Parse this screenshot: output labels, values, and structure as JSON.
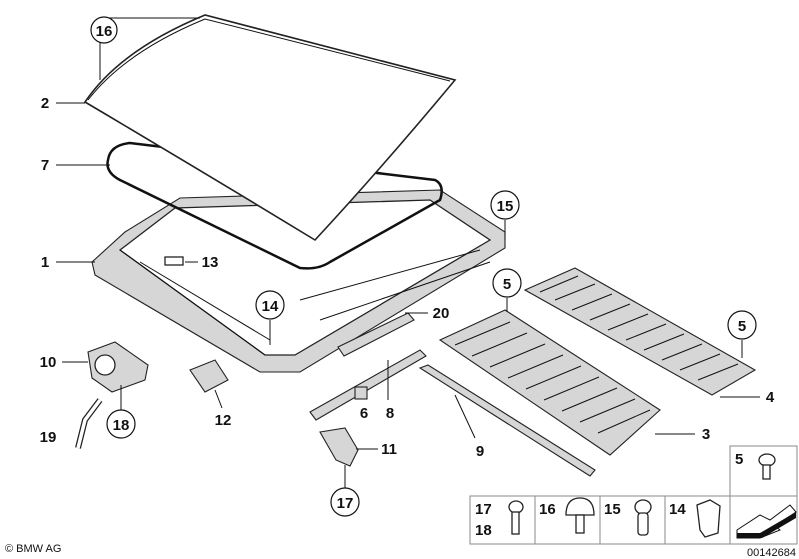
{
  "callouts": {
    "c16": "16",
    "c2": "2",
    "c7": "7",
    "c1": "1",
    "c13": "13",
    "c14": "14",
    "c15": "15",
    "c5a": "5",
    "c5b": "5",
    "c20": "20",
    "c4": "4",
    "c3": "3",
    "c10": "10",
    "c18": "18",
    "c12": "12",
    "c6": "6",
    "c8": "8",
    "c9": "9",
    "c11": "11",
    "c17": "17",
    "c19": "19"
  },
  "legend": {
    "item5": "5",
    "item17": "17",
    "item18": "18",
    "item16": "16",
    "item15": "15",
    "item14": "14"
  },
  "footer": {
    "copyright": "© BMW AG",
    "diagram_number": "00142684"
  }
}
